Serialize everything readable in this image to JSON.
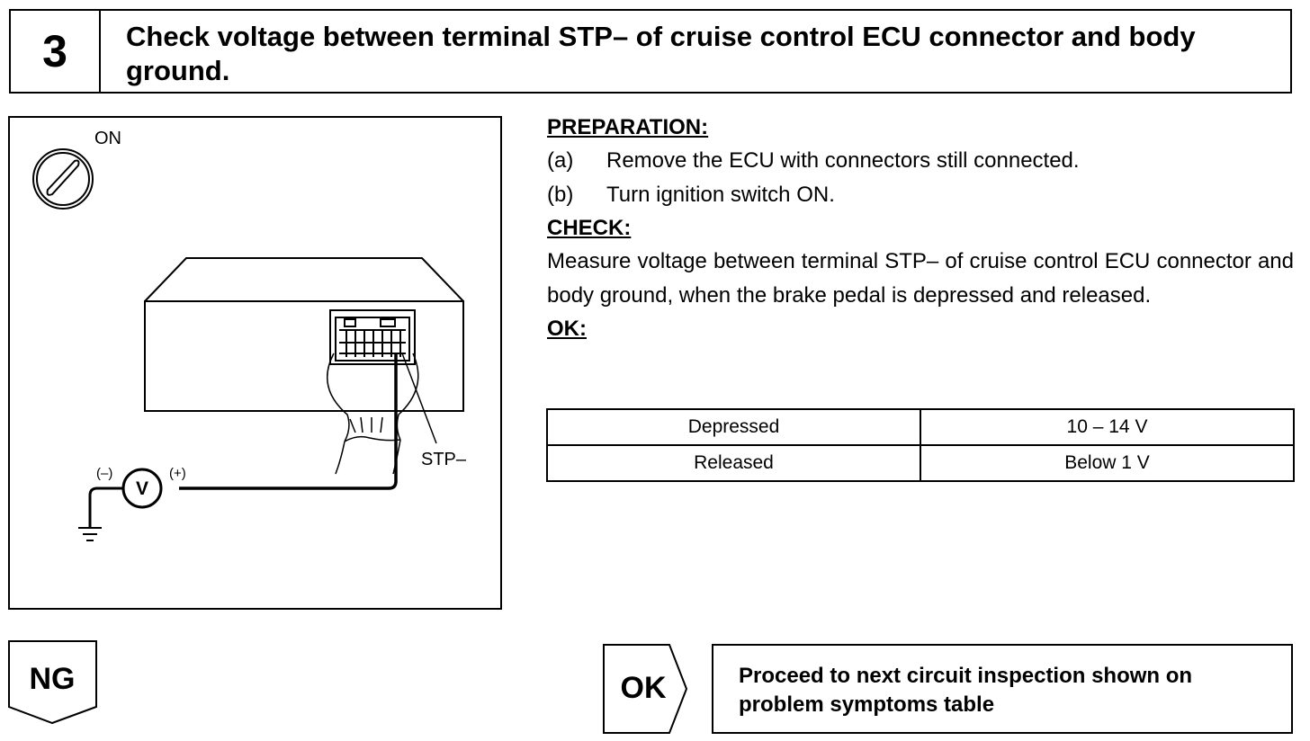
{
  "step": {
    "number": "3",
    "title": "Check voltage between terminal STP– of cruise control ECU connector and body ground."
  },
  "diagram": {
    "ignition_label": "ON",
    "terminal_label": "STP–",
    "meter_symbol": "V",
    "negative_lead": "(–)",
    "positive_lead": "(+)"
  },
  "preparation": {
    "heading": "PREPARATION:",
    "steps": [
      {
        "marker": "(a)",
        "text": "Remove the ECU with connectors still connected."
      },
      {
        "marker": "(b)",
        "text": "Turn ignition switch ON."
      }
    ]
  },
  "check": {
    "heading": "CHECK:",
    "text": "Measure voltage between terminal STP– of cruise control ECU connector and body ground, when the brake pedal is depressed and released."
  },
  "ok_spec": {
    "heading": "OK:",
    "rows": [
      {
        "condition": "Depressed",
        "value": "10 – 14 V"
      },
      {
        "condition": "Released",
        "value": "Below 1 V"
      }
    ]
  },
  "results": {
    "ng_label": "NG",
    "ok_label": "OK",
    "ok_action": "Proceed to next circuit inspection shown on problem symptoms table"
  }
}
